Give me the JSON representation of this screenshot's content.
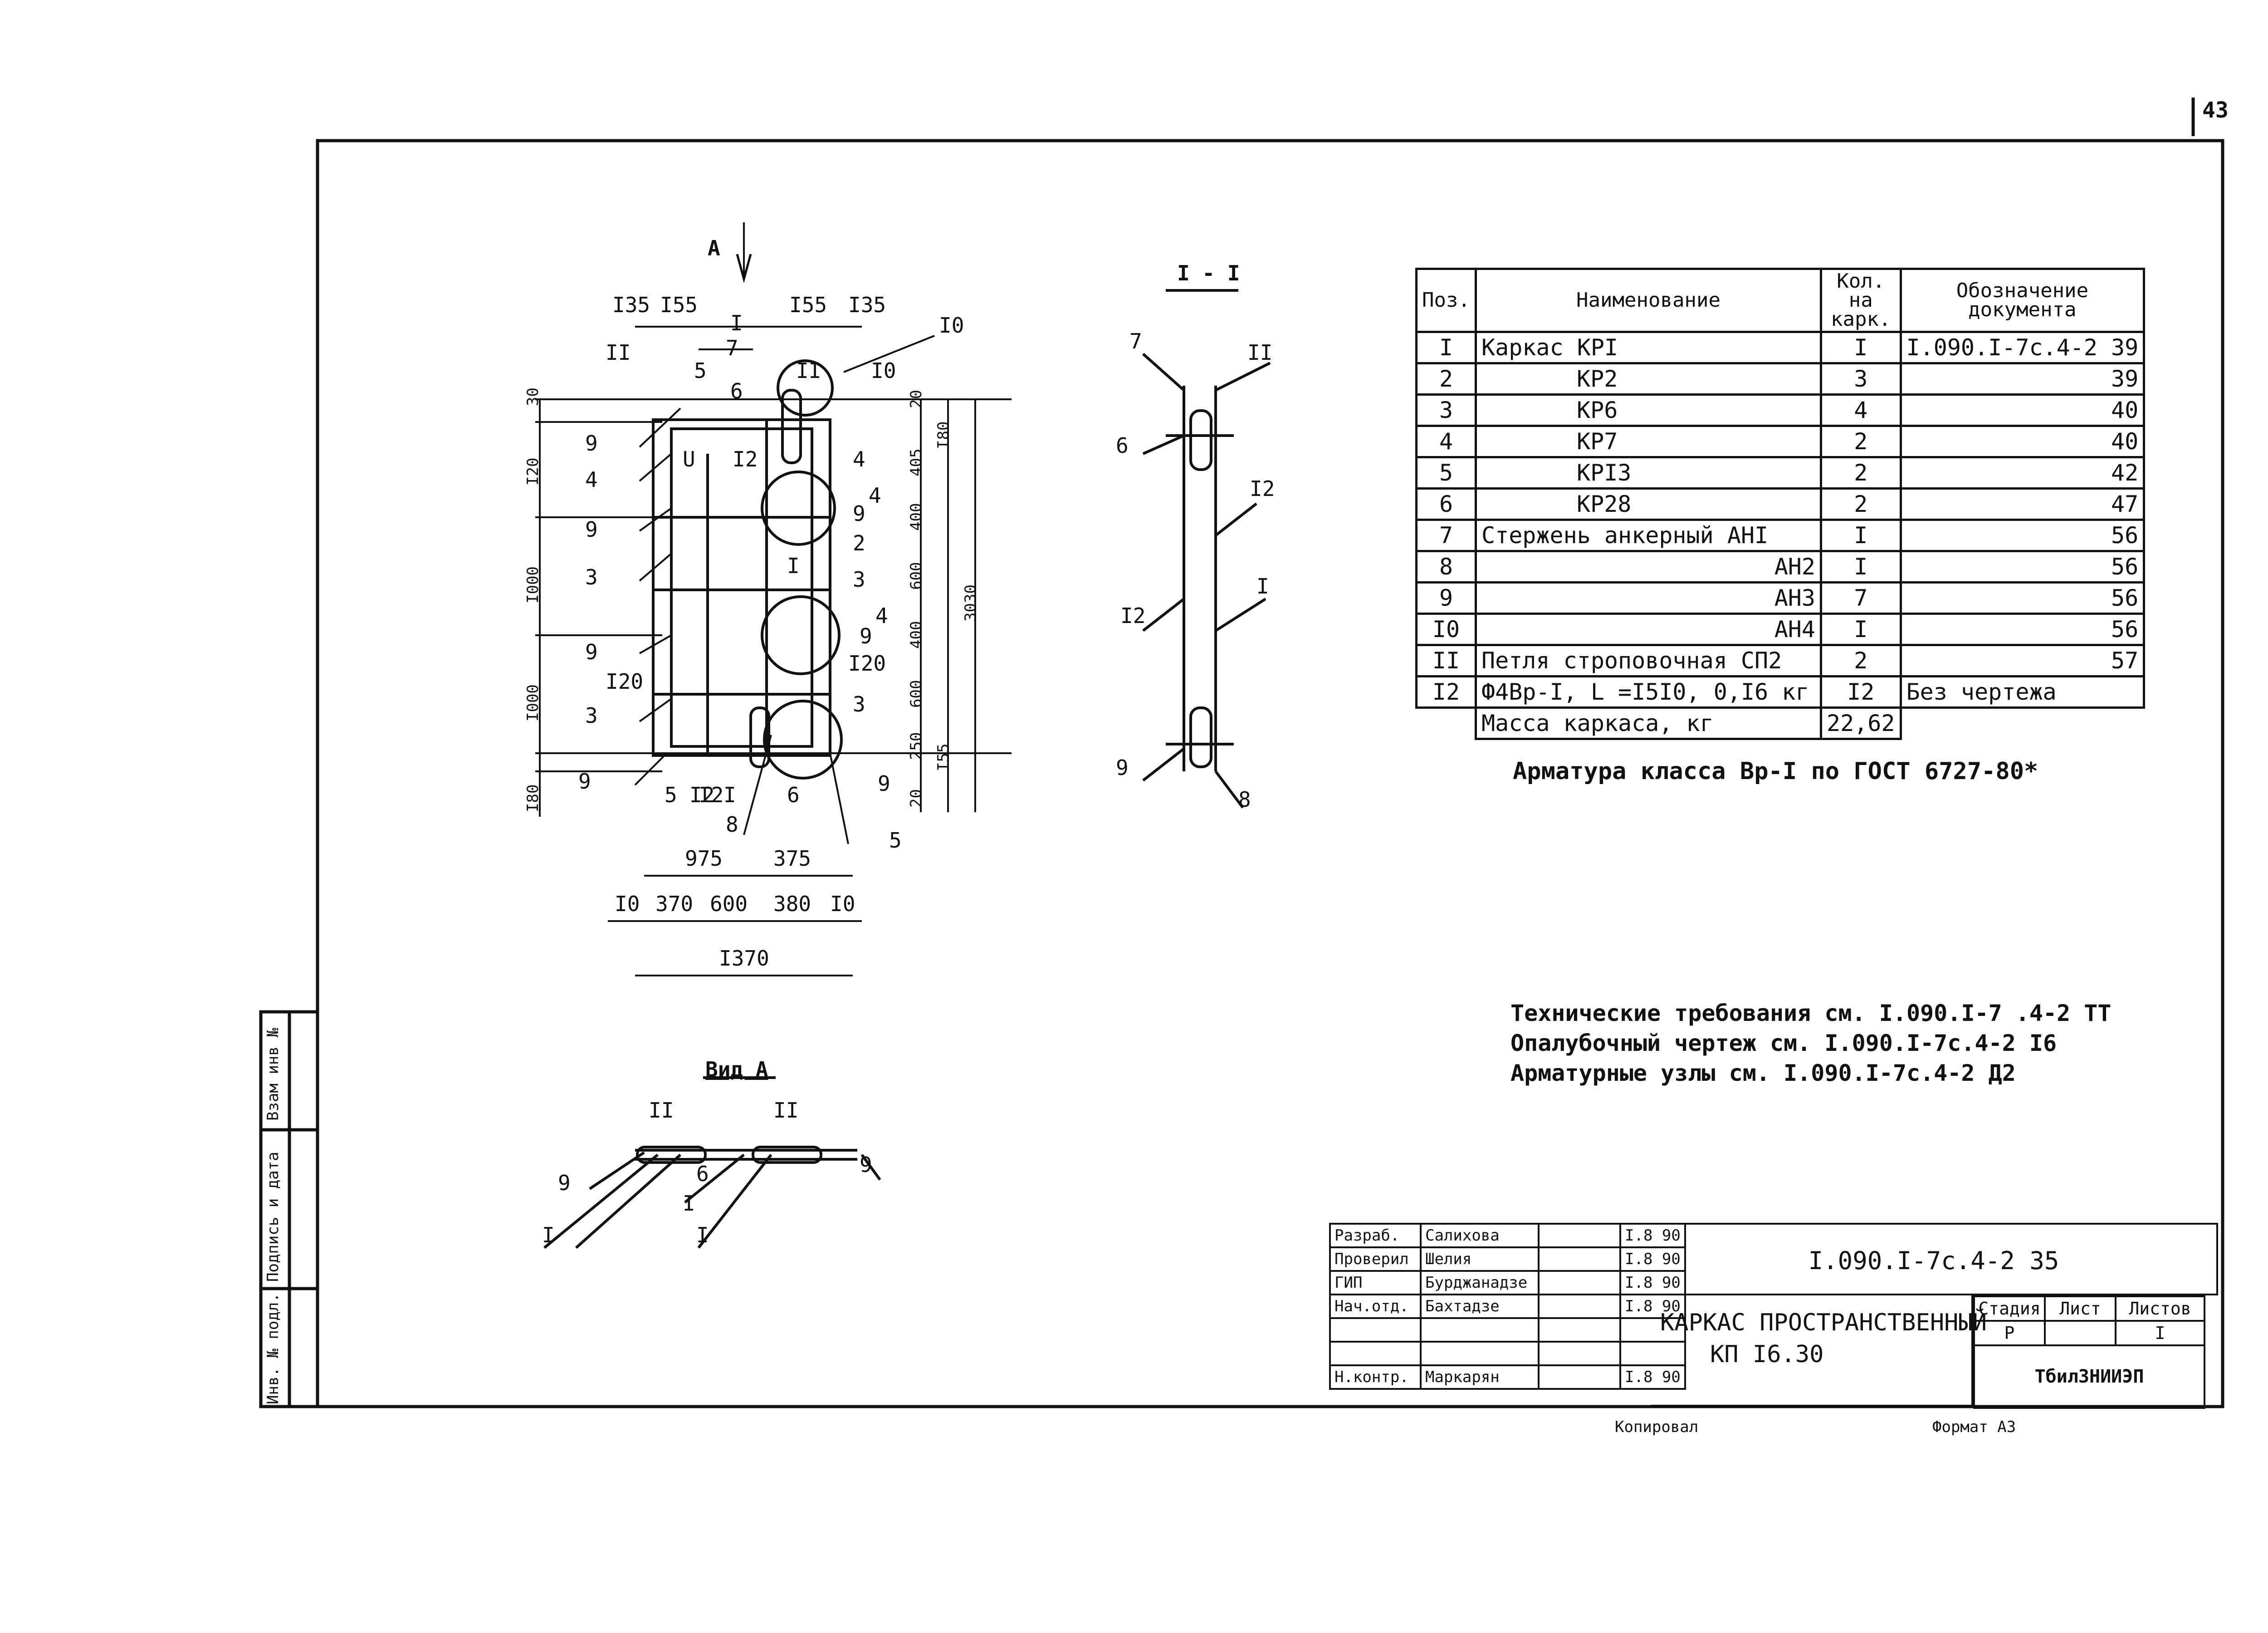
{
  "sheet_number": "43",
  "views": {
    "view_a_marker": "А",
    "section_title": "I - I",
    "vid_a_title": "Вид А"
  },
  "dimensions": {
    "top": [
      "I35",
      "I55",
      "I55",
      "I35",
      "I"
    ],
    "left": [
      "30",
      "I20",
      "I000",
      "I000",
      "I80"
    ],
    "right": [
      "20",
      "405",
      "400",
      "600",
      "400",
      "600",
      "250",
      "20",
      "I80",
      "3030",
      "I55"
    ],
    "bottom": [
      "975",
      "375",
      "I0",
      "370",
      "600",
      "380",
      "I0",
      "I370",
      "I20",
      "I20"
    ]
  },
  "callouts": {
    "main": [
      "II",
      "5",
      "7",
      "6",
      "II",
      "I0",
      "I0",
      "9",
      "4",
      "9",
      "3",
      "9",
      "3",
      "9",
      "I2",
      "I2",
      "U",
      "4",
      "4",
      "9",
      "I",
      "2",
      "3",
      "4",
      "9",
      "3",
      "I2",
      "I",
      "8",
      "6",
      "9",
      "5",
      "5"
    ],
    "section": [
      "7",
      "II",
      "6",
      "I2",
      "I",
      "I2",
      "9",
      "8"
    ],
    "vid_a": [
      "II",
      "II",
      "9",
      "9",
      "6",
      "I",
      "I",
      "I"
    ]
  },
  "spec_table": {
    "headers": [
      "Поз.",
      "Наименование",
      "Кол. на карк.",
      "Обозначение документа"
    ],
    "rows": [
      [
        "I",
        "Каркас КРI",
        "I",
        "I.090.I-7с.4-2 39"
      ],
      [
        "2",
        "КР2",
        "3",
        "39"
      ],
      [
        "3",
        "КР6",
        "4",
        "40"
      ],
      [
        "4",
        "КР7",
        "2",
        "40"
      ],
      [
        "5",
        "КРI3",
        "2",
        "42"
      ],
      [
        "6",
        "КР28",
        "2",
        "47"
      ],
      [
        "7",
        "Стержень анкерный  АНI",
        "I",
        "56"
      ],
      [
        "8",
        "АН2",
        "I",
        "56"
      ],
      [
        "9",
        "АН3",
        "7",
        "56"
      ],
      [
        "I0",
        "АН4",
        "I",
        "56"
      ],
      [
        "II",
        "Петля строповочная СП2",
        "2",
        "57"
      ],
      [
        "I2",
        "Ф4Вр-I, L =I5I0, 0,I6 кг",
        "I2",
        "Без чертежа"
      ]
    ],
    "mass_label": "Масса каркаса, кг",
    "mass_value": "22,62"
  },
  "armature_note": "Арматура класса Вр-I по ГОСТ 6727-80*",
  "notes": [
    "Технические требования см. I.090.I-7 .4-2 ТТ",
    "Опалубочный чертеж см. I.090.I-7с.4-2 I6",
    "Арматурные узлы см. I.090.I-7с.4-2 Д2"
  ],
  "title_block": {
    "roles": [
      {
        "role": "Разраб.",
        "name": "Салихова",
        "date": "I.8 90"
      },
      {
        "role": "Проверил",
        "name": "Шелия",
        "date": "I.8 90"
      },
      {
        "role": "ГИП",
        "name": "Бурджанадзе",
        "date": "I.8 90"
      },
      {
        "role": "Нач.отд.",
        "name": "Бахтадзе",
        "date": "I.8 90"
      },
      {
        "role": "",
        "name": "",
        "date": ""
      },
      {
        "role": "",
        "name": "",
        "date": ""
      },
      {
        "role": "Н.контр.",
        "name": "Маркарян",
        "date": "I.8 90"
      }
    ],
    "document_code": "I.090.I-7с.4-2 35",
    "title_line1": "КАРКАС ПРОСТРАНСТВЕННЫЙ",
    "title_line2": "КП I6.30",
    "stage_label": "Стадия",
    "sheet_label": "Лист",
    "sheets_label": "Листов",
    "stage_value": "Р",
    "sheet_value": "",
    "sheets_value": "I",
    "organization": "ТбилЗНИИЭП"
  },
  "side_stamp": [
    "Инв. № подл.",
    "Подпись и дата",
    "Взам инв №"
  ],
  "footer": {
    "copied": "Копировал",
    "format": "Формат А3"
  }
}
